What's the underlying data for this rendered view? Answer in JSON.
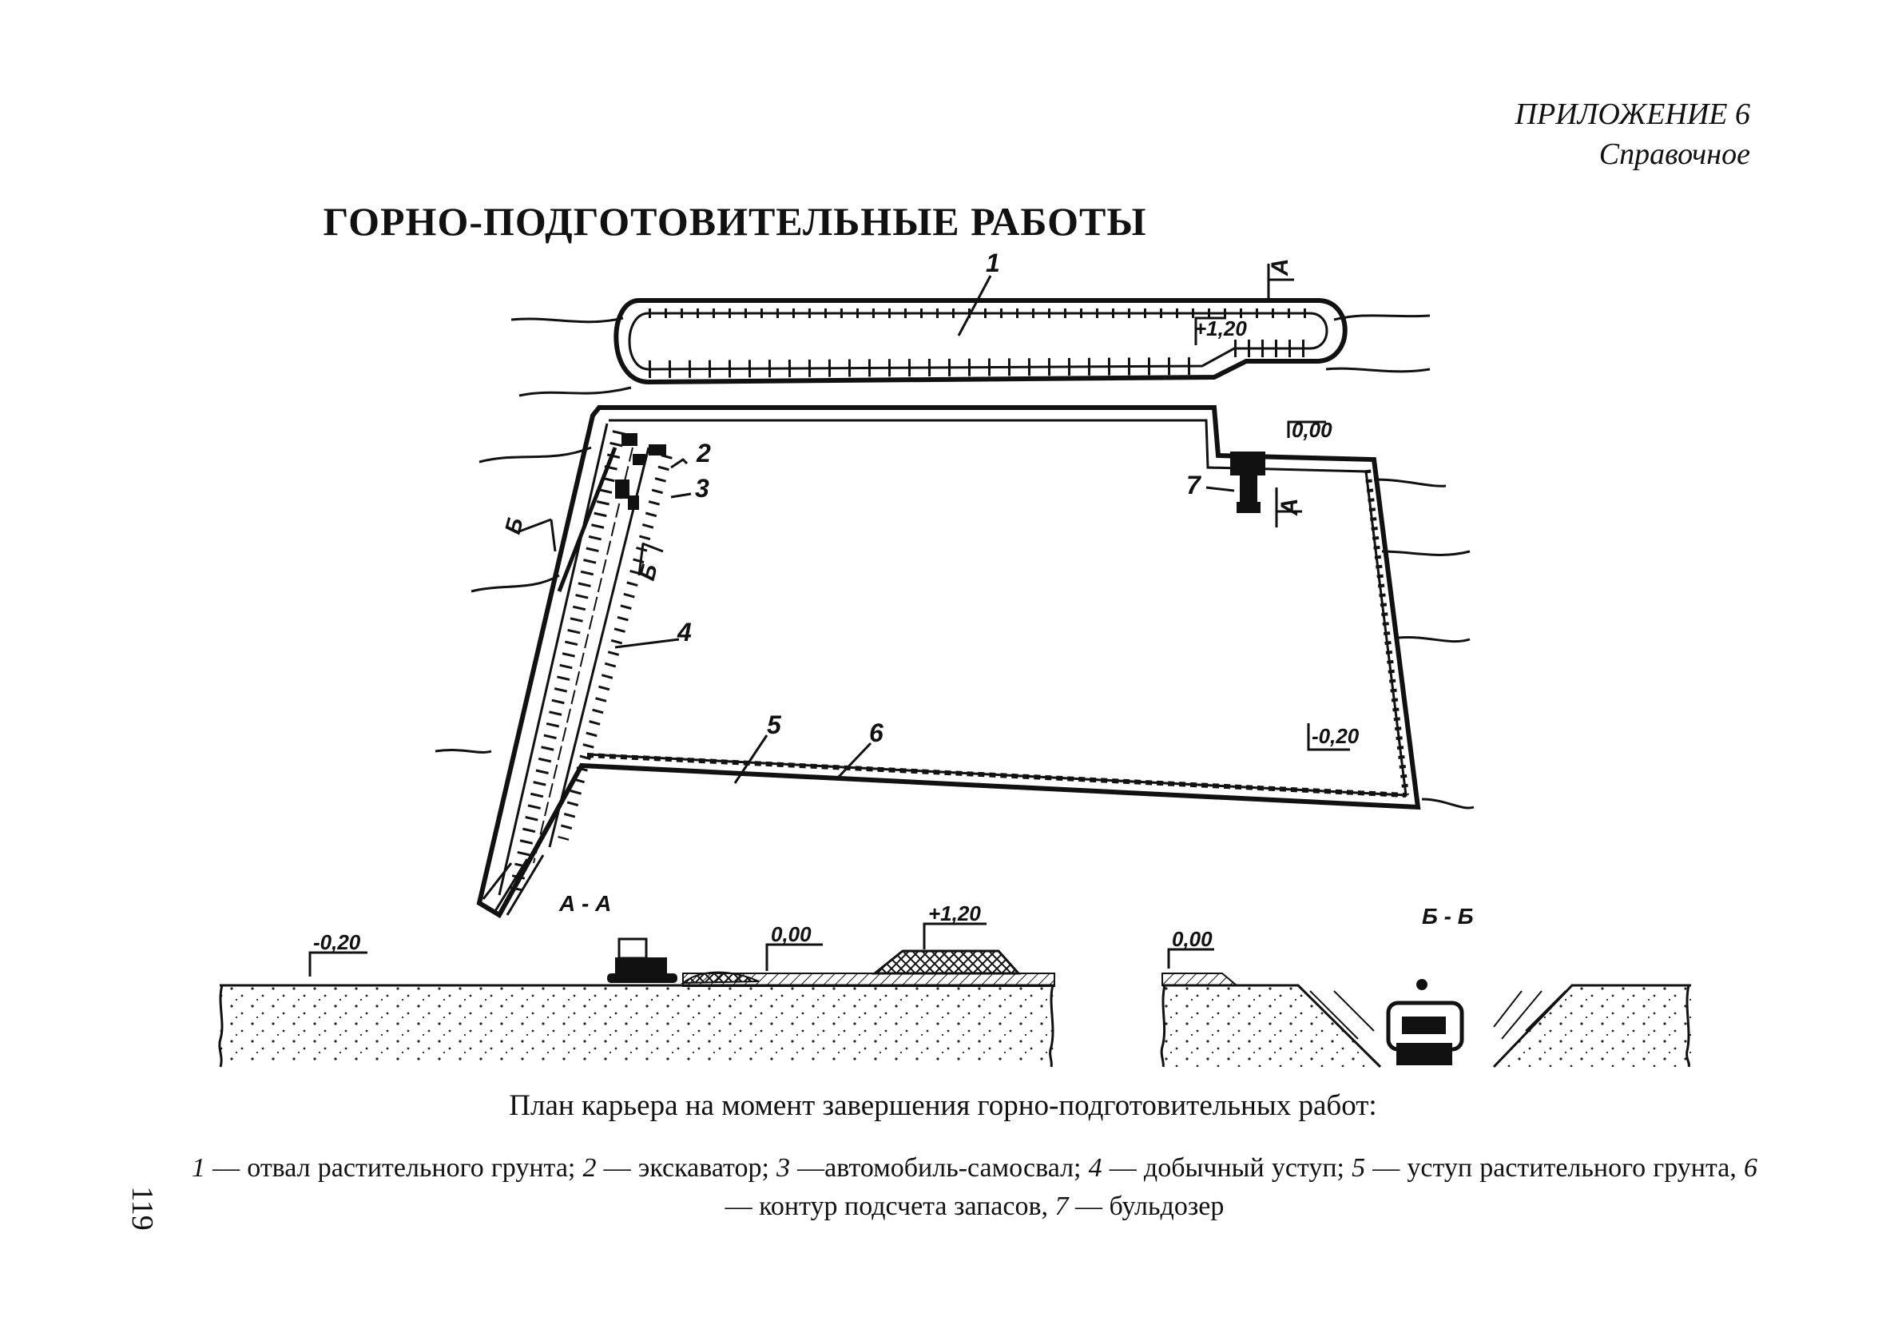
{
  "header": {
    "appendix": "ПРИЛОЖЕНИЕ 6",
    "appendix_type": "Справочное"
  },
  "title": "ГОРНО-ПОДГОТОВИТЕЛЬНЫЕ РАБОТЫ",
  "drawing": {
    "callouts": [
      "1",
      "2",
      "3",
      "4",
      "5",
      "6",
      "7"
    ],
    "elevations": {
      "dump_top": "+1,20",
      "plan_ground": "0,00",
      "plan_bottom": "-0,20",
      "section_left": "-0,20",
      "section_ground": "0,00",
      "section_dump": "+1,20",
      "section_b_ground": "0,00"
    },
    "section_marks": {
      "a_top": "A",
      "a_bottom": "A",
      "b_top": "Б",
      "b_bottom": "Б"
    },
    "sections": {
      "section_a": "А - А",
      "section_b": "Б - Б"
    }
  },
  "caption": "План карьера на момент завершения горно-подготовительных работ:",
  "legend": [
    {
      "num": "1",
      "text": " — отвал растительного грунта; "
    },
    {
      "num": "2",
      "text": " — экскаватор; "
    },
    {
      "num": "3",
      "text": " —автомобиль-самосвал; "
    },
    {
      "num": "4",
      "text": " — добычный уступ; "
    },
    {
      "num": "5",
      "text": " — уступ раститель­ного грунта, "
    },
    {
      "num": "6",
      "text": " — контур подсчета запасов, "
    },
    {
      "num": "7",
      "text": " — бульдозер"
    }
  ],
  "page_number": "119"
}
